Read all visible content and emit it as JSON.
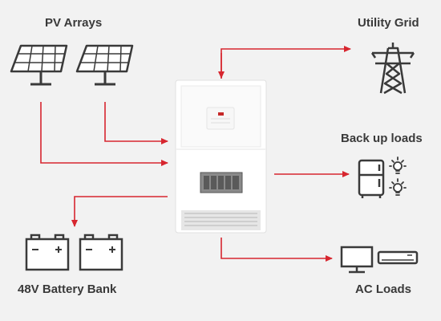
{
  "labels": {
    "pv_arrays": "PV Arrays",
    "utility_grid": "Utility Grid",
    "backup_loads": "Back up loads",
    "battery_bank": "48V Battery Bank",
    "ac_loads": "AC Loads"
  },
  "colors": {
    "background": "#f2f2f2",
    "arrow": "#d7262f",
    "icon_stroke": "#3a3a3a",
    "inverter_body": "#ffffff",
    "inverter_badge": "#c62828"
  },
  "icons": [
    "solar-panel-icon",
    "transmission-tower-icon",
    "refrigerator-icon",
    "light-bulb-icon",
    "battery-icon",
    "monitor-icon",
    "air-conditioner-icon"
  ]
}
